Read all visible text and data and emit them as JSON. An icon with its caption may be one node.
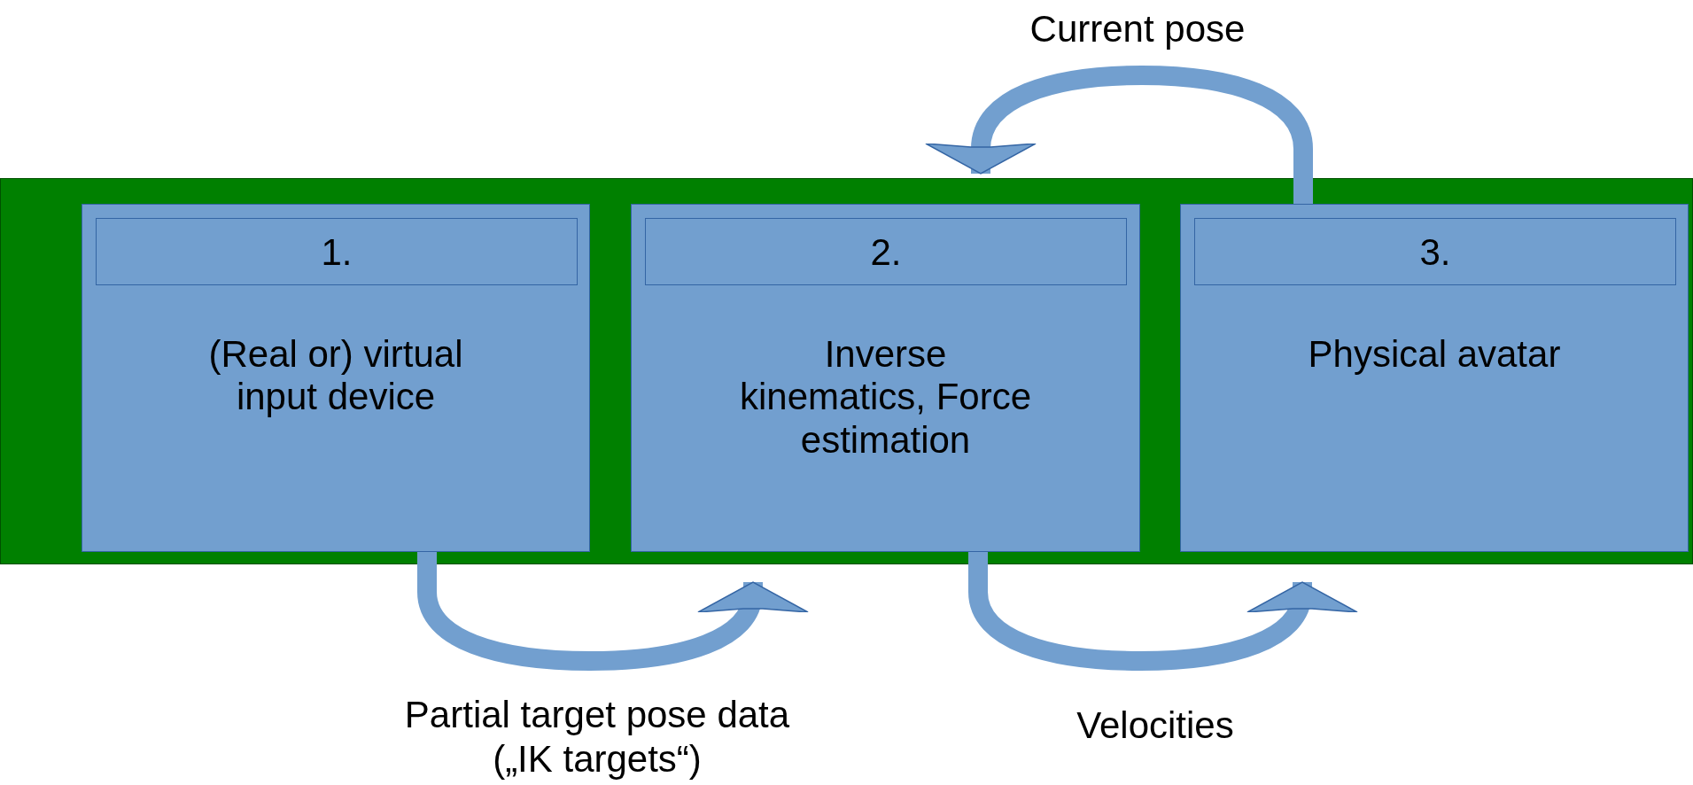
{
  "diagram": {
    "nodes": [
      {
        "text": [],
        "shape": "box"
      },
      {
        "text": [
          "(Real or) virtual input device"
        ],
        "in": 0
      },
      {
        "text": [
          "1."
        ],
        "in": 1
      },
      {
        "text": [
          "Inverse kinematics, Force estimation"
        ],
        "in": 0
      },
      {
        "text": [
          "2."
        ],
        "in": 3
      },
      {
        "text": [
          "Physical avatar"
        ],
        "in": 0
      },
      {
        "text": [
          "3."
        ],
        "in": 5
      }
    ],
    "edges": [
      {
        "from": 5,
        "to": 3,
        "arrow": "to",
        "label": "Current pose"
      },
      {
        "from": 1,
        "to": 3,
        "arrow": "to",
        "label": "Partial target pose data („IK targets“)"
      },
      {
        "from": 3,
        "to": 5,
        "arrow": "to",
        "label": "Velocities"
      }
    ]
  }
}
